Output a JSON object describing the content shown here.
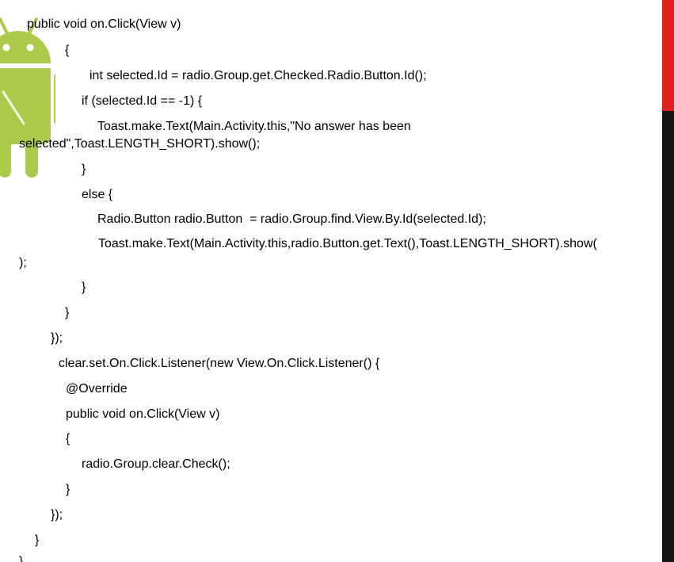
{
  "code_lines": [
    "public void on.Click(View v)",
    "{",
    "int selected.Id = radio.Group.get.Checked.Radio.Button.Id();",
    "if (selected.Id == -1) {",
    "Toast.make.Text(Main.Activity.this,\"No answer has been",
    "selected\",Toast.LENGTH_SHORT).show();",
    "}",
    "else {",
    "Radio.Button radio.Button  = radio.Group.find.View.By.Id(selected.Id);",
    "Toast.make.Text(Main.Activity.this,radio.Button.get.Text(),Toast.LENGTH_SHORT).show(",
    ");",
    "}",
    "}",
    "});",
    "clear.set.On.Click.Listener(new View.On.Click.Listener() {",
    "@Override",
    "public void on.Click(View v)",
    "{",
    "radio.Group.clear.Check();",
    "}",
    "});",
    "}",
    "}"
  ],
  "colors": {
    "background": "#ffffff",
    "text": "#000000",
    "logo_green": "#a4c639",
    "accent_red": "#e0201f",
    "accent_dark": "#141414"
  },
  "icons": {
    "logo": "android-robot-icon"
  }
}
